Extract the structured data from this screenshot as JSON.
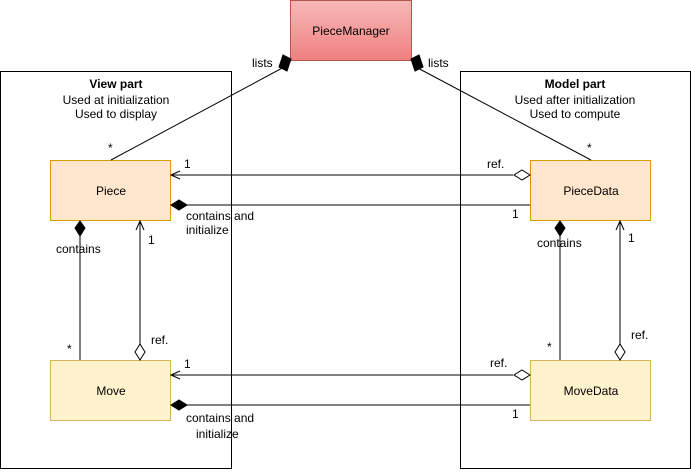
{
  "colors": {
    "manager_fill": "#f08080",
    "manager_fill_light": "#f7b8b8",
    "manager_stroke": "#b85450",
    "piece_fill": "#ffe6cc",
    "piece_stroke": "#d79b00",
    "move_fill": "#fff2cc",
    "move_stroke": "#d6b656",
    "line": "#000000"
  },
  "nodes": {
    "manager": "PieceManager",
    "piece": "Piece",
    "move": "Move",
    "piece_data": "PieceData",
    "move_data": "MoveData"
  },
  "frames": {
    "view": {
      "title": "View part",
      "line1": "Used at initialization",
      "line2": "Used to display"
    },
    "model": {
      "title": "Model part",
      "line1": "Used after initialization",
      "line2": "Used to compute"
    }
  },
  "labels": {
    "lists_left": "lists",
    "lists_right": "lists",
    "star_piece": "*",
    "star_piece_data": "*",
    "contains_left": "contains",
    "contains_right": "contains",
    "star_move": "*",
    "star_move_data": "*",
    "one_piece_move": "1",
    "one_piece_data_move": "1",
    "ref_move_piece": "ref.",
    "ref_move_data_piece_data": "ref.",
    "ref_piece_data_to_piece": "ref.",
    "one_piece_data_to_piece": "1",
    "contains_init_1a": "contains and",
    "contains_init_1b": "initialize",
    "one_contains_init_1": "1",
    "ref_move_data_to_move": "ref.",
    "one_move_data_to_move": "1",
    "contains_init_2a": "contains and",
    "contains_init_2b": "initialize",
    "one_contains_init_2": "1"
  }
}
